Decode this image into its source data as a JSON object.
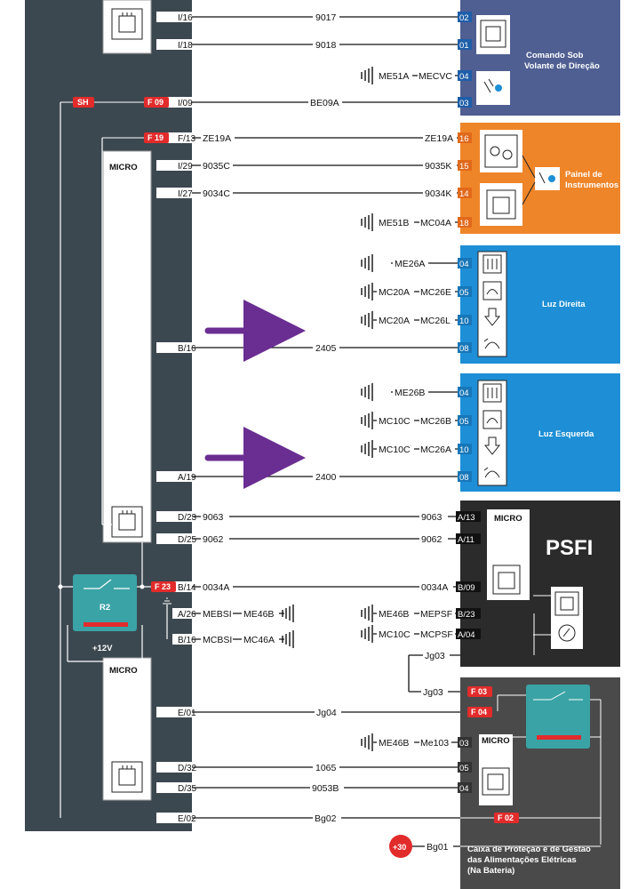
{
  "left_unit": {
    "badges": {
      "sh": "SH",
      "f09": "F 09",
      "f19": "F 19",
      "f23": "F 23"
    },
    "micro_top_label": "MICRO",
    "micro_bottom_label": "MICRO",
    "relay_label": "R2",
    "relay_supply": "+12V",
    "pins": {
      "i16": "I/16",
      "i18": "I/18",
      "i09": "I/09",
      "f13": "F/13",
      "i29": "I/29",
      "i27": "I/27",
      "b16": "B/16",
      "a19": "A/19",
      "d23": "D/23",
      "d25": "D/25",
      "b14": "B/14",
      "a26": "A/26",
      "b16b": "B/16",
      "e01": "E/01",
      "d32": "D/32",
      "d35": "D/35",
      "e02": "E/02"
    }
  },
  "wires": {
    "w9017": "9017",
    "w9018": "9018",
    "be09a": "BE09A",
    "ze19a_l": "ZE19A",
    "ze19a_r": "ZE19A",
    "c9035c": "9035C",
    "c9035k": "9035K",
    "c9034c": "9034C",
    "c9034k": "9034K",
    "w2405": "2405",
    "w2400": "2400",
    "c9063_l": "9063",
    "c9063_r": "9063",
    "c9062_l": "9062",
    "c9062_r": "9062",
    "c0034a_l": "0034A",
    "c0034a_r": "0034A",
    "mebsi": "MEBSI",
    "me46b_l": "ME46B",
    "mcbsi": "MCBSI",
    "mc46a": "MC46A",
    "me46b_r": "ME46B",
    "mepsf": "MEPSF",
    "mc10c_r": "MC10C",
    "mcpsf": "MCPSF",
    "jg03_a": "Jg03",
    "jg03_b": "Jg03",
    "jg04": "Jg04",
    "me46b_c": "ME46B",
    "me103": "Me103",
    "w1065": "1065",
    "c9053b": "9053B",
    "bg02": "Bg02",
    "bg01": "Bg01",
    "me51a": "ME51A",
    "mecvc": "MECVC",
    "me51b": "ME51B",
    "mc04a": "MC04A",
    "me26a": "ME26A",
    "mc20a_1": "MC20A",
    "mc26e": "MC26E",
    "mc20a_2": "MC20A",
    "mc26l": "MC26L",
    "me26b": "ME26B",
    "mc10c_1": "MC10C",
    "mc26b": "MC26B",
    "mc10c_2": "MC10C",
    "mc26a": "MC26A"
  },
  "modules": {
    "comando": {
      "title_line1": "Comando Sob",
      "title_line2": "Volante de Direção",
      "pins": [
        "02",
        "01",
        "04",
        "03"
      ],
      "color": "#4f5f92"
    },
    "painel": {
      "title_line1": "Painel de",
      "title_line2": "Instrumentos",
      "pins": [
        "16",
        "15",
        "14",
        "18"
      ],
      "color": "#ef8529"
    },
    "luz_direita": {
      "title": "Luz Direita",
      "pins": [
        "04",
        "05",
        "10",
        "08"
      ],
      "color": "#1e8fd6"
    },
    "luz_esquerda": {
      "title": "Luz Esquerda",
      "pins": [
        "04",
        "05",
        "10",
        "08"
      ],
      "color": "#1e8fd6"
    },
    "psfi": {
      "title": "PSFI",
      "micro_label": "MICRO",
      "pins": [
        "A/13",
        "A/11",
        "B/09",
        "B/23",
        "A/04"
      ],
      "color": "#2b2b2b"
    },
    "caixa": {
      "title_line1": "Caixa de Proteção e de Gestão",
      "title_line2": "das Alimentações Elétricas",
      "title_line3": "(Na Bateria)",
      "micro_label": "MICRO",
      "badges": {
        "f03": "F 03",
        "f04": "F 04",
        "f02": "F 02"
      },
      "pins": [
        "03",
        "05",
        "04"
      ],
      "supply": "+30",
      "color": "#4a4a4a"
    }
  },
  "colors": {
    "left_panel": "#3c4850",
    "fuse_red": "#e22b2b",
    "relay_teal": "#3aa3a6",
    "arrow_purple": "#6a2d91"
  },
  "icons": [
    "module-connector-icon",
    "light-icon",
    "headlight-high-icon",
    "headlight-low-icon",
    "arrow-down-icon",
    "fog-light-icon",
    "ground-icon",
    "gauge-icon"
  ]
}
